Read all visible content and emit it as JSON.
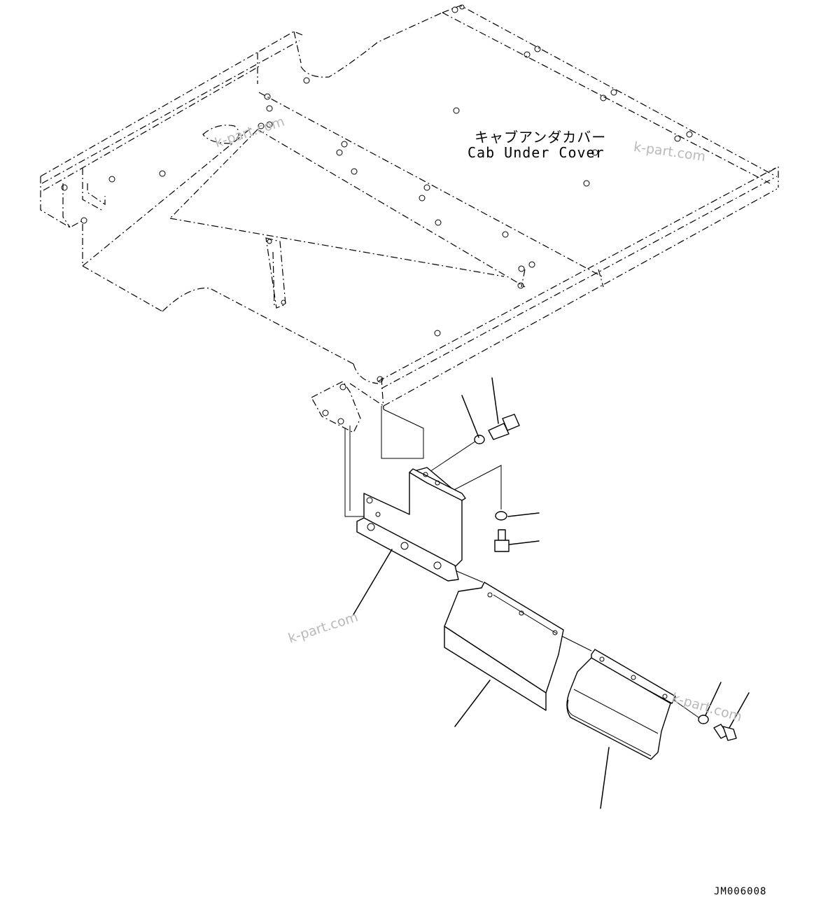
{
  "diagram": {
    "title_jp": "キャブアンダカバー",
    "title_en": "Cab Under Cover",
    "drawing_code": "JM006008",
    "watermarks": [
      "k-part.com",
      "k-part.com",
      "k-part.com",
      "k-part.com"
    ]
  }
}
